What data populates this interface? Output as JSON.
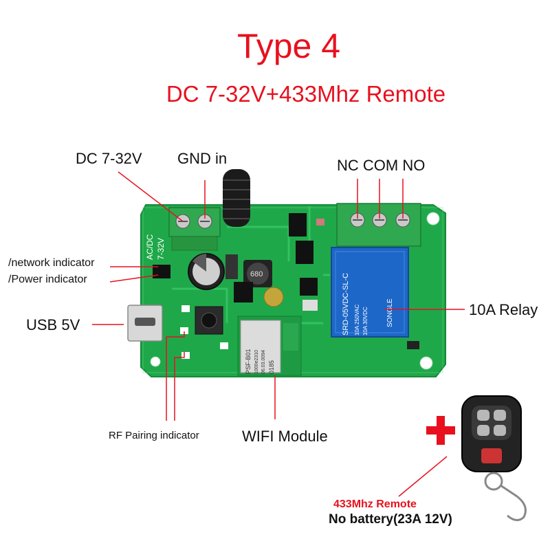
{
  "title": "Type 4",
  "subtitle": "DC 7-32V+433Mhz Remote",
  "labels": {
    "dc_input": "DC 7-32V",
    "gnd_input": "GND in",
    "relay_terminals": "NC COM NO",
    "network_indicator": "/network indicator",
    "power_indicator": "/Power indicator",
    "usb": "USB 5V",
    "relay": "10A Relay",
    "rf_pairing": "RF Pairing indicator",
    "wifi_module": "WIFI Module",
    "remote_name": "433Mhz Remote",
    "battery_note": "No battery(23A 12V)"
  },
  "board_print": {
    "supply": "AC/DC",
    "voltage": "7-32V",
    "inductor": "680",
    "module_line1": "PSF-B01",
    "module_line2": "1000e2310",
    "module_line3": "06.03.0094",
    "module_line4": "0185",
    "relay_model": "SRD-05VDC-SL-C",
    "relay_brand": "SONGLE",
    "relay_rating_1": "10A 250VAC",
    "relay_rating_2": "10A 30VDC"
  },
  "colors": {
    "accent": "#e8101e",
    "pcb": "#1fa84a",
    "terminal": "#2fa84f",
    "relay": "#1d67c8",
    "pointer": "#e8101e"
  }
}
